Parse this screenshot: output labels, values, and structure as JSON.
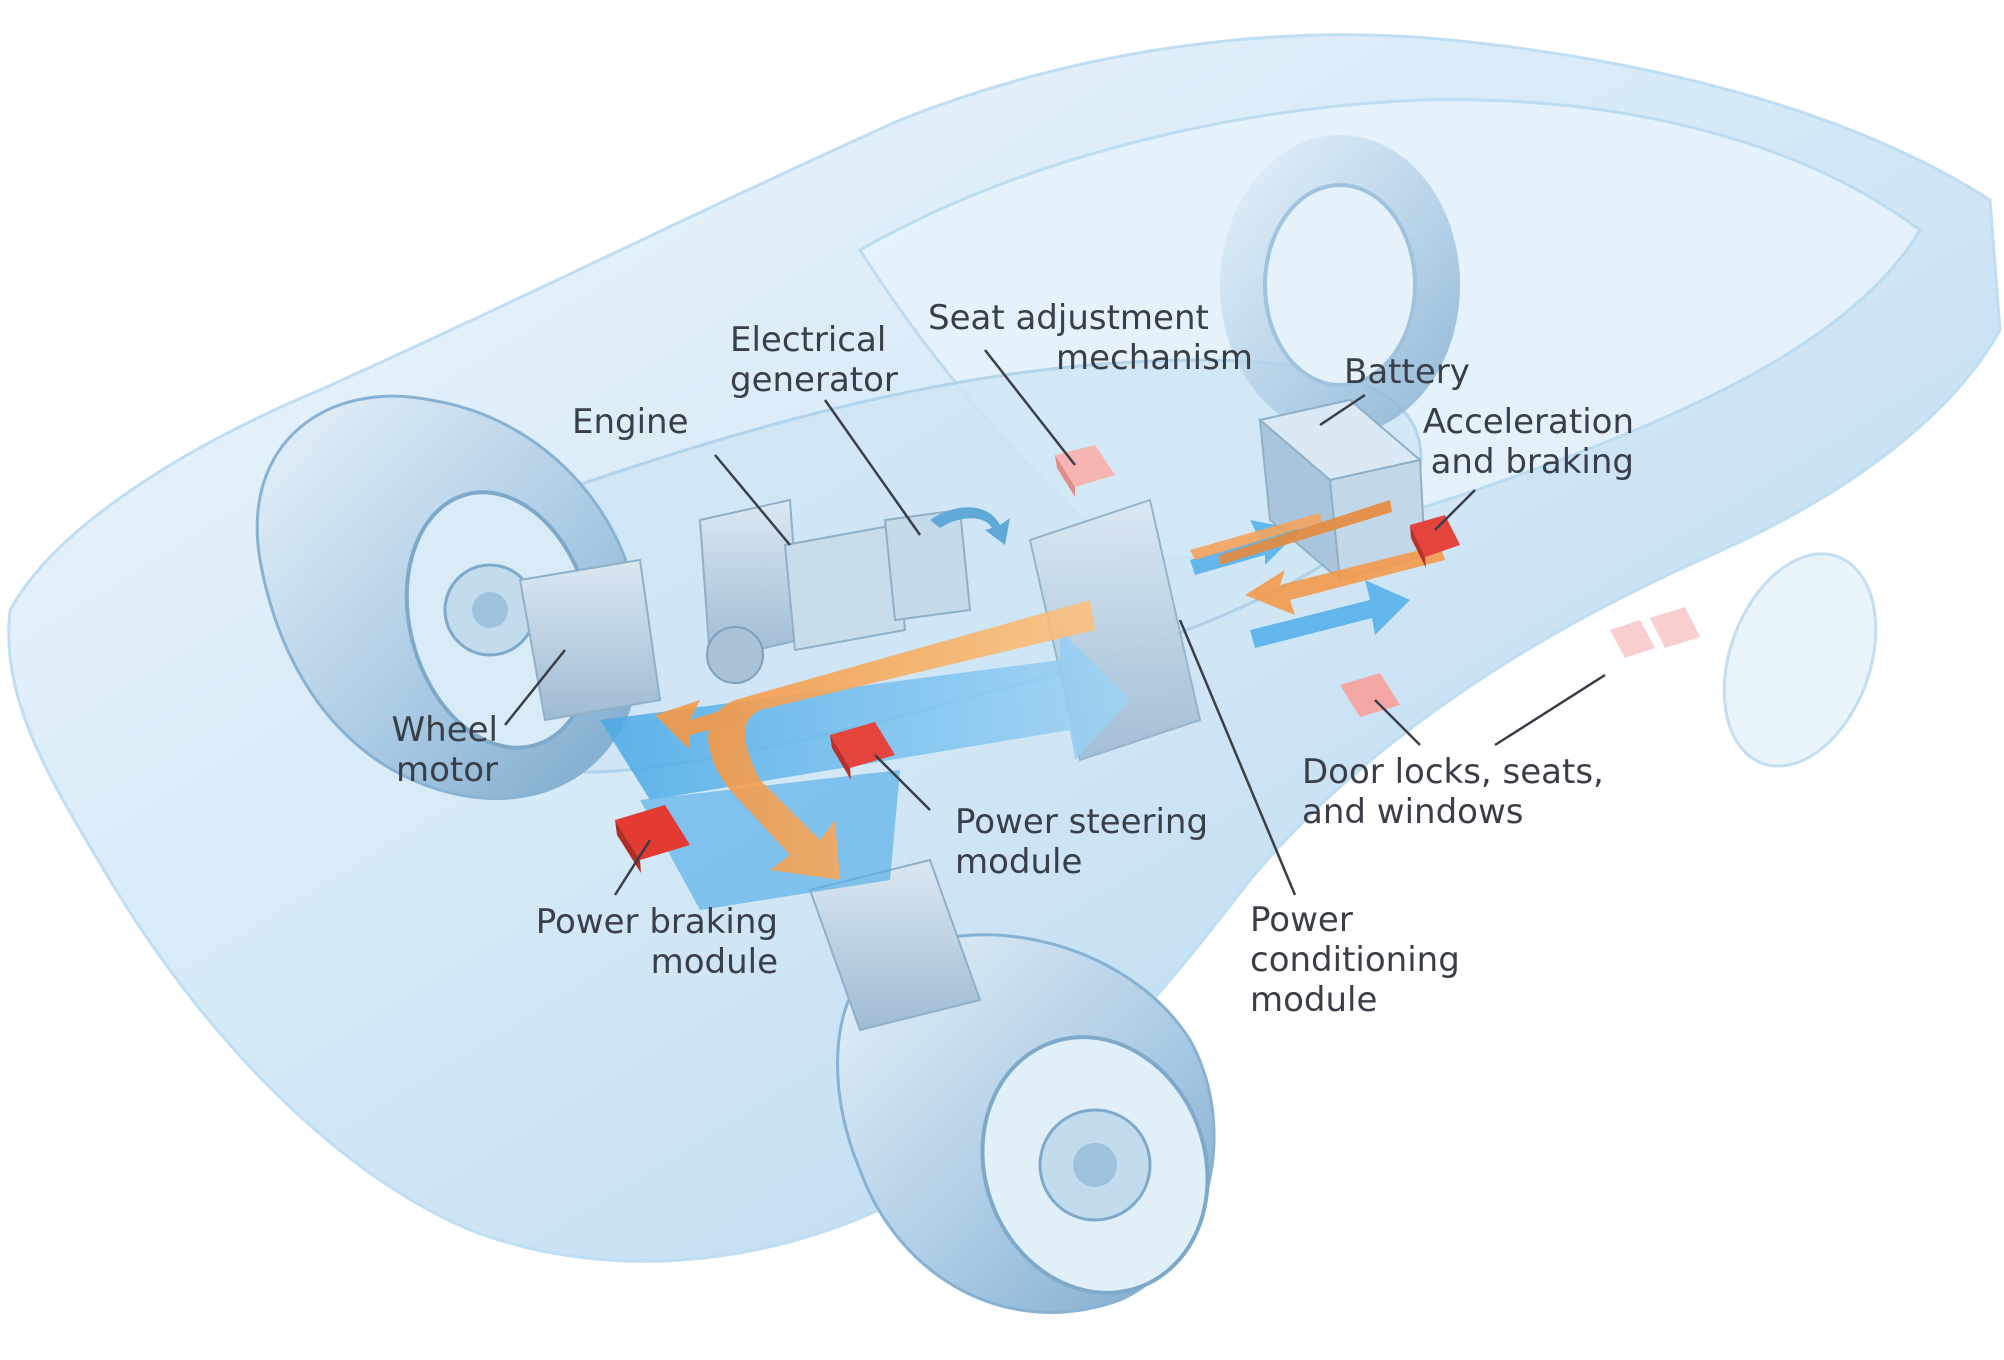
{
  "labels": {
    "seat_adjustment": {
      "line1": "Seat adjustment",
      "line2": "mechanism"
    },
    "electrical_generator": {
      "line1": "Electrical",
      "line2": "generator"
    },
    "battery": {
      "line1": "Battery"
    },
    "engine": {
      "line1": "Engine"
    },
    "acceleration_braking": {
      "line1": "Acceleration",
      "line2": "and braking"
    },
    "wheel_motor": {
      "line1": "Wheel",
      "line2": "motor"
    },
    "door_locks": {
      "line1": "Door locks, seats,",
      "line2": "and windows"
    },
    "power_steering": {
      "line1": "Power steering",
      "line2": "module"
    },
    "power_braking": {
      "line1": "Power braking",
      "line2": "module"
    },
    "power_conditioning": {
      "line1": "Power",
      "line2": "conditioning",
      "line3": "module"
    }
  },
  "colors": {
    "car_body": "#d6ecfa",
    "car_shadow": "#9cc6e4",
    "power_flow_orange": "#f7a55b",
    "power_flow_blue": "#5fb4ea",
    "module_red": "#e43a32",
    "module_pink": "#f3a8a8",
    "component_gray": "#b4cbdd",
    "text": "#3a3f47"
  }
}
